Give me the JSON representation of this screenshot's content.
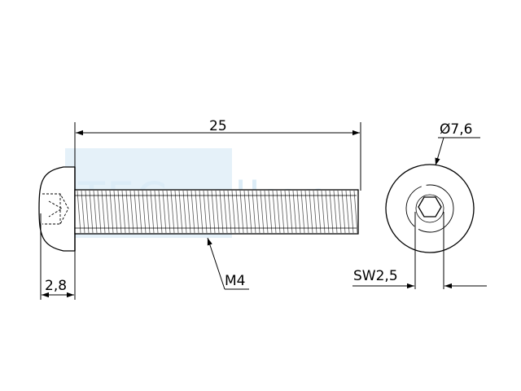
{
  "watermark": {
    "text": "TECwalker",
    "color": "#cfe3f3"
  },
  "dimensions": {
    "length": "25",
    "thread": "M4",
    "head_height": "2,8",
    "head_diameter": "Ø7,6",
    "socket_size": "SW2,5"
  },
  "colors": {
    "line": "#000000",
    "thread": "#3a3a3a",
    "watermark_box": "#cfe3f3"
  }
}
